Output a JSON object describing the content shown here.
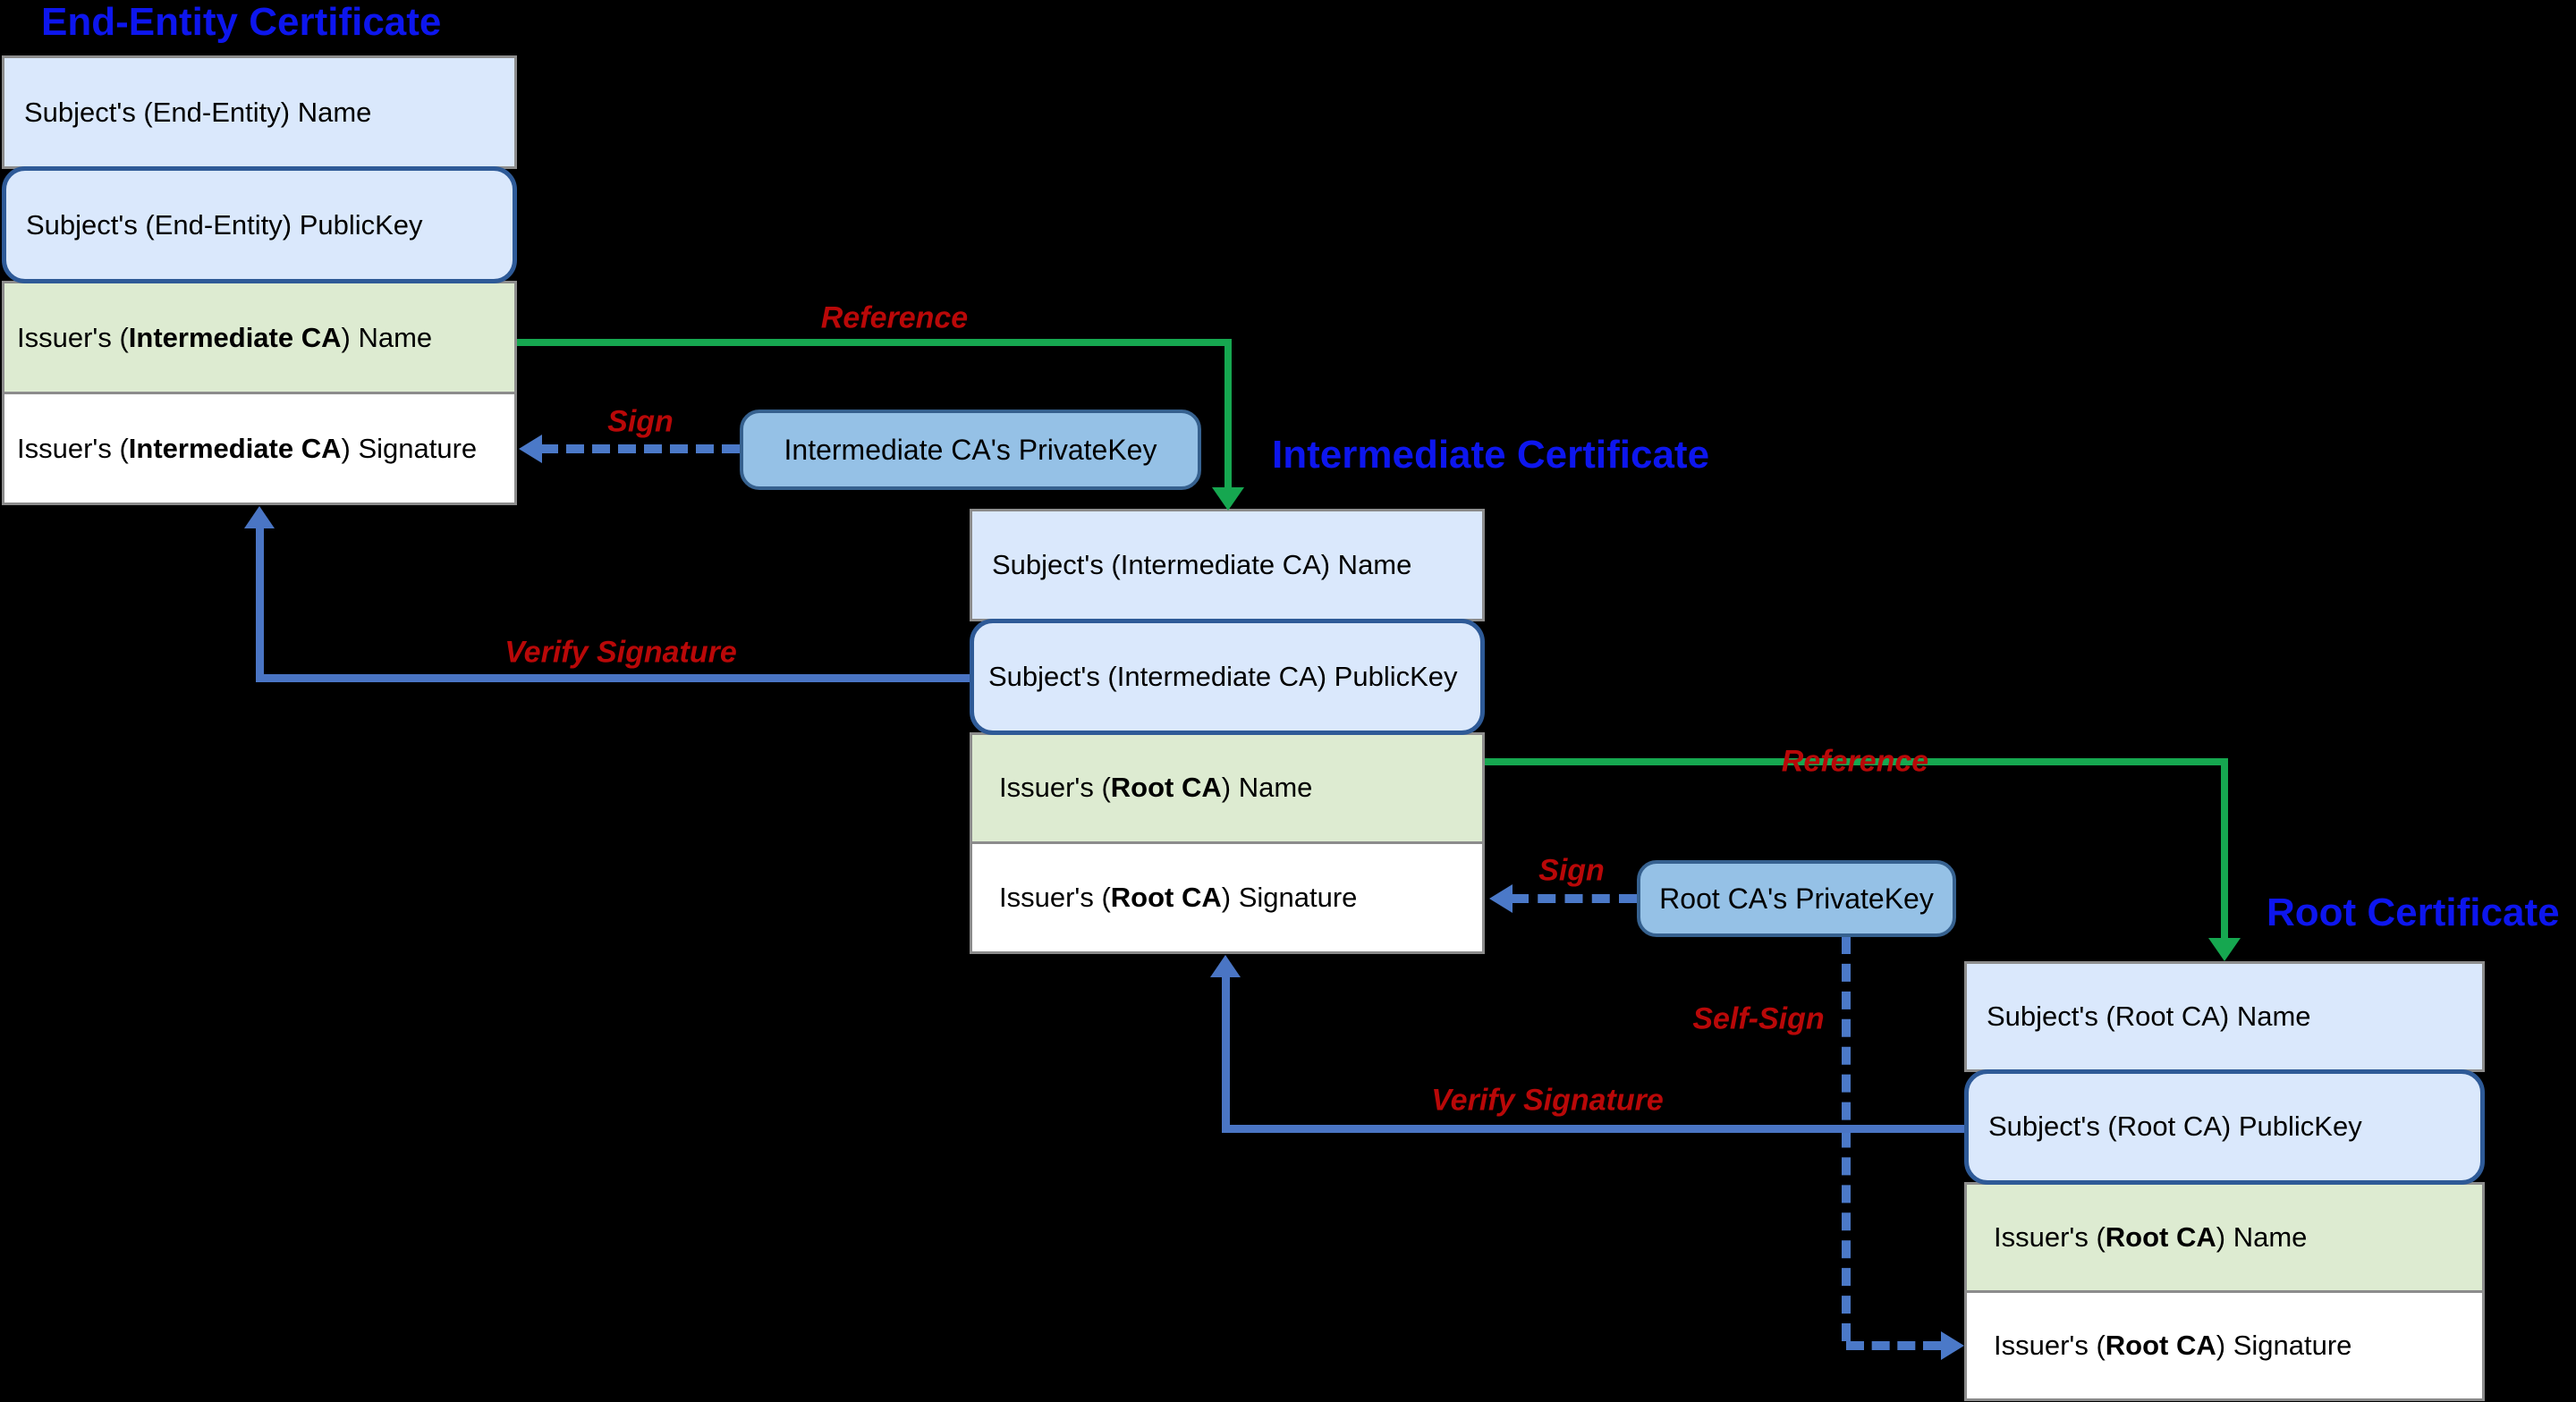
{
  "diagram": {
    "background_color": "#000000",
    "accent_colors": {
      "title_blue": "#0d16ee",
      "label_red": "#b90808",
      "reference_arrow_green": "#16a750",
      "sign_verify_arrow_blue": "#4a75c4",
      "subject_row_fill": "#dae8fc",
      "issuer_name_row_fill": "#ddebd1",
      "signature_row_fill": "#ffffff",
      "pubkey_border": "#2e5a97",
      "privatekey_fill": "#95c1e6",
      "row_border_gray": "#8c8c8c"
    },
    "certificates": [
      {
        "title": "End-Entity Certificate",
        "rows": [
          {
            "prefix": "Subject's (End-Entity) Name",
            "bold": "",
            "suffix": ""
          },
          {
            "prefix": "Subject's (End-Entity) PublicKey",
            "bold": "",
            "suffix": ""
          },
          {
            "prefix": "Issuer's (",
            "bold": "Intermediate CA",
            "suffix": ") Name"
          },
          {
            "prefix": "Issuer's (",
            "bold": "Intermediate CA",
            "suffix": ") Signature"
          }
        ]
      },
      {
        "title": "Intermediate Certificate",
        "rows": [
          {
            "prefix": "Subject's (Intermediate CA) Name",
            "bold": "",
            "suffix": ""
          },
          {
            "prefix": "Subject's (Intermediate CA) PublicKey",
            "bold": "",
            "suffix": ""
          },
          {
            "prefix": "Issuer's (",
            "bold": "Root CA",
            "suffix": ") Name"
          },
          {
            "prefix": "Issuer's (",
            "bold": "Root CA",
            "suffix": ") Signature"
          }
        ]
      },
      {
        "title": "Root Certificate",
        "rows": [
          {
            "prefix": "Subject's (Root CA) Name",
            "bold": "",
            "suffix": ""
          },
          {
            "prefix": "Subject's (Root CA) PublicKey",
            "bold": "",
            "suffix": ""
          },
          {
            "prefix": "Issuer's (",
            "bold": "Root CA",
            "suffix": ") Name"
          },
          {
            "prefix": "Issuer's (",
            "bold": "Root CA",
            "suffix": ") Signature"
          }
        ]
      }
    ],
    "private_keys": [
      {
        "label": "Intermediate CA's PrivateKey"
      },
      {
        "label": "Root CA's PrivateKey"
      }
    ],
    "arrow_labels": {
      "reference1": "Reference",
      "sign1": "Sign",
      "verify1": "Verify Signature",
      "reference2": "Reference",
      "sign2": "Sign",
      "self_sign": "Self-Sign",
      "verify2": "Verify Signature"
    }
  }
}
